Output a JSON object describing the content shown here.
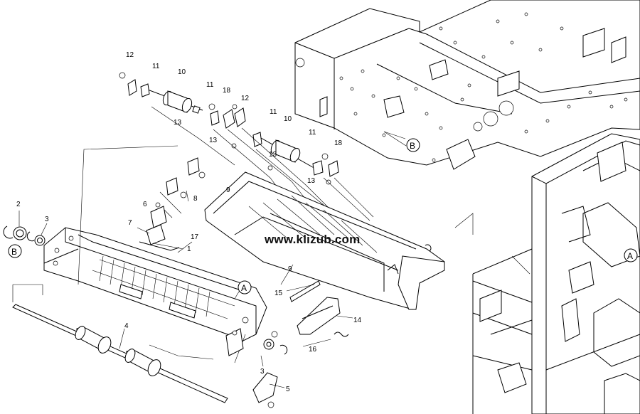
{
  "watermark": "www.klizub.com",
  "callouts": {
    "c1": "1",
    "c2": "2",
    "c3a": "3",
    "c3b": "3",
    "c4": "4",
    "c5": "5",
    "c6": "6",
    "c7": "7",
    "c8": "8",
    "c9a": "9",
    "c9b": "9",
    "c10a": "10",
    "c10b": "10",
    "c11a": "11",
    "c11b": "11",
    "c11c": "11",
    "c11d": "11",
    "c12a": "12",
    "c12b": "12",
    "c13a": "13",
    "c13b": "13",
    "c13c": "13",
    "c13d": "13",
    "c14": "14",
    "c15": "15",
    "c16": "16",
    "c17": "17",
    "c18a": "18",
    "c18b": "18"
  },
  "refs": {
    "refA1": "A",
    "refA2": "A",
    "refB1": "B",
    "refB2": "B"
  }
}
